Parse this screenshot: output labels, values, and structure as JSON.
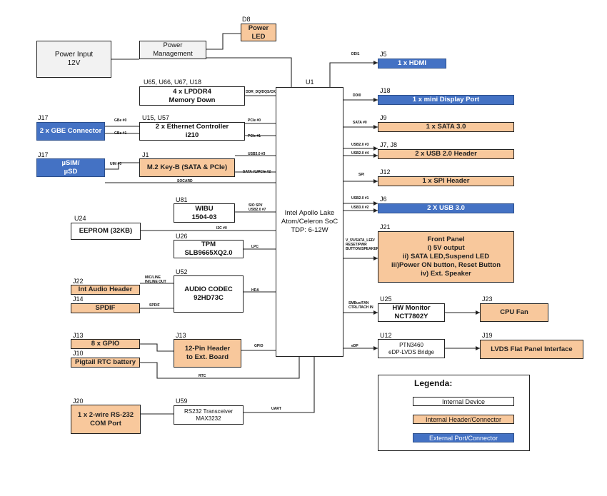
{
  "colors": {
    "internal": "#ffffff",
    "header": "#f8c89c",
    "external": "#4472c4"
  },
  "blocks": {
    "d8": {
      "ref": "D8",
      "text": [
        "Power",
        "LED"
      ]
    },
    "pm": {
      "text": [
        "Power",
        "Management"
      ]
    },
    "pin": {
      "text": [
        "Power Input",
        "12V"
      ]
    },
    "ram": {
      "ref": "U65, U66, U67, U18",
      "text": [
        "4 x LPDDR4",
        "Memory Down"
      ]
    },
    "eth": {
      "ref": "U15, U57",
      "text": [
        "2 x Ethernet Controller",
        "i210"
      ]
    },
    "gbe": {
      "ref": "J17",
      "text": [
        "2 x GBE Connector"
      ]
    },
    "sim": {
      "ref": "J17",
      "text": [
        "µSIM/",
        "µSD"
      ]
    },
    "m2": {
      "ref": "J1",
      "text": [
        "M.2 Key-B (SATA & PCIe)"
      ]
    },
    "wibu": {
      "ref": "U81",
      "text": [
        "WIBU",
        "1504-03"
      ]
    },
    "eeprom": {
      "ref": "U24",
      "text": [
        "EEPROM (32KB)"
      ]
    },
    "tpm": {
      "ref": "U26",
      "text": [
        "TPM",
        "SLB9665XQ2.0"
      ]
    },
    "codec": {
      "ref": "U52",
      "text": [
        "AUDIO CODEC",
        "92HD73C"
      ]
    },
    "audio": {
      "ref": "J22",
      "text": [
        "Int Audio Header"
      ]
    },
    "spdif": {
      "ref": "J14",
      "text": [
        "SPDIF"
      ]
    },
    "gpio": {
      "ref": "J13",
      "text": [
        "8 x GPIO"
      ]
    },
    "rtc": {
      "ref": "J10",
      "text": [
        "Pigtail RTC battery"
      ]
    },
    "hdr12": {
      "ref": "J13",
      "text": [
        "12-Pin Header",
        "to Ext. Board"
      ]
    },
    "com": {
      "ref": "J20",
      "text": [
        "1 x 2-wire RS-232",
        "COM Port"
      ]
    },
    "rs232": {
      "ref": "U59",
      "text": [
        "RS232 Transceiver",
        "MAX3232"
      ]
    },
    "soc": {
      "ref": "U1",
      "text": [
        "Intel Apollo Lake",
        "Atom/Celeron SoC",
        "TDP: 6-12W"
      ]
    },
    "hdmi": {
      "ref": "J5",
      "text": [
        "1 x HDMI"
      ]
    },
    "mdp": {
      "ref": "J18",
      "text": [
        "1 x mini Display Port"
      ]
    },
    "sata": {
      "ref": "J9",
      "text": [
        "1 x SATA 3.0"
      ]
    },
    "usb2": {
      "ref": "J7, J8",
      "text": [
        "2 x USB 2.0 Header"
      ]
    },
    "spi": {
      "ref": "J12",
      "text": [
        "1 x SPI Header"
      ]
    },
    "usb3": {
      "ref": "J6",
      "text": [
        "2 X USB 3.0"
      ]
    },
    "fp": {
      "ref": "J21",
      "text": [
        "Front Panel",
        "i)  5V output",
        "ii) SATA LED,Suspend LED",
        "iii)Power ON button, Reset Button",
        "iv) Ext. Speaker"
      ]
    },
    "hwm": {
      "ref": "U25",
      "text": [
        "HW Monitor",
        "NCT7802Y"
      ]
    },
    "fan": {
      "ref": "J23",
      "text": [
        "CPU Fan"
      ]
    },
    "ptn": {
      "ref": "U12",
      "text": [
        "PTN3460",
        "eDP-LVDS Bridge"
      ]
    },
    "lvds": {
      "ref": "J19",
      "text": [
        "LVDS Flat Panel Interface"
      ]
    }
  },
  "signals": {
    "ddr": "DDR_DQ/DQS/CK",
    "pcie0": "PCIe #0",
    "pcie1": "PCIe #1",
    "gbe0": "GBe #0",
    "gbe1": "GBe #1",
    "usb3_3": "USB3.0 #3",
    "uim": "UIM #0",
    "sata_pcie2": "SATA #1/PCIe #2",
    "socard": "SOCARD",
    "sio": [
      "SIO SPI/",
      "USB2.0 #7"
    ],
    "i2c": "I2C #0",
    "lpc": "LPC",
    "mic": [
      "MIC/LINE",
      "IN/LINE OUT"
    ],
    "hda": "HDA",
    "spdif": "SPDIF",
    "gpio": "GPIO",
    "rtc": "RTC",
    "uart": "UART",
    "ddi1": "DDI1",
    "ddi0": "DDI0",
    "sata0": "SATA #0",
    "usb2_3": "USB2.0 #3",
    "usb2_4": "USB2.0 #4",
    "spi": "SPI",
    "usb2_1": "USB2.0 #1",
    "usb3_2": "USB3.0 #2",
    "fp": [
      "V_5V/SATA_LED/",
      "RESET/PWR",
      "BUTTON/SPEAKER"
    ],
    "smbus": [
      "SMBus/FAN",
      "CTRL/TACH IN"
    ],
    "edp": "eDP"
  },
  "legend": {
    "title": "Legenda:",
    "internal": "Internal Device",
    "header": "Internal Header/Connector",
    "external": "External Port/Connector"
  }
}
